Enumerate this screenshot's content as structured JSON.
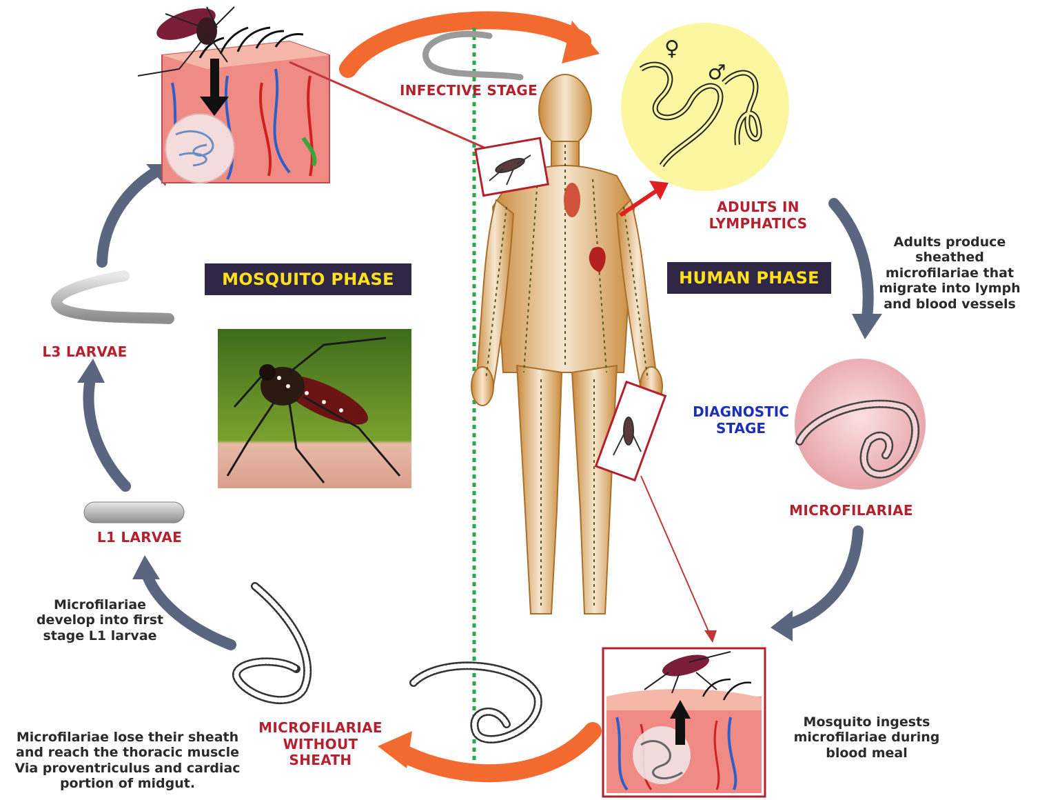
{
  "phases": {
    "mosquito": "MOSQUITO PHASE",
    "human": "HUMAN PHASE"
  },
  "labels": {
    "infective_stage": "INFECTIVE STAGE",
    "adults_in_lymphatics": "ADULTS IN\nLYMPHATICS",
    "diagnostic_stage": "DIAGNOSTIC\nSTAGE",
    "microfilariae": "MICROFILARIAE",
    "microfilariae_without_sheath": "MICROFILARIAE\nWITHOUT\nSHEATH",
    "l1_larvae": "L1 LARVAE",
    "l3_larvae": "L3 LARVAE"
  },
  "descriptions": {
    "adults_produce": "Adults produce\nsheathed\nmicrofilariae that\nmigrate into lymph\nand blood vessels",
    "mosquito_ingests": "Mosquito ingests\nmicrofilariae during\nblood meal",
    "lose_sheath": "Microfilariae lose their sheath\nand reach the thoracic muscle\nVia proventriculus and cardiac\nportion of midgut.",
    "develop_l1": "Microfilariae\ndevelop into first\nstage L1 larvae"
  },
  "symbols": {
    "female": "♀",
    "male": "♂"
  },
  "colors": {
    "phase_bg": "#2f2745",
    "phase_text": "#ffe21a",
    "stage_red": "#b5202e",
    "diagnostic_blue": "#1b2fb8",
    "arrow_orange": "#f26a2f",
    "arrow_slate": "#5a6580",
    "divider_green": "#2aa84a",
    "adults_circle": "#fbf7a0",
    "micro_circle": "#f2b7bb",
    "skin": "#f08a85"
  }
}
